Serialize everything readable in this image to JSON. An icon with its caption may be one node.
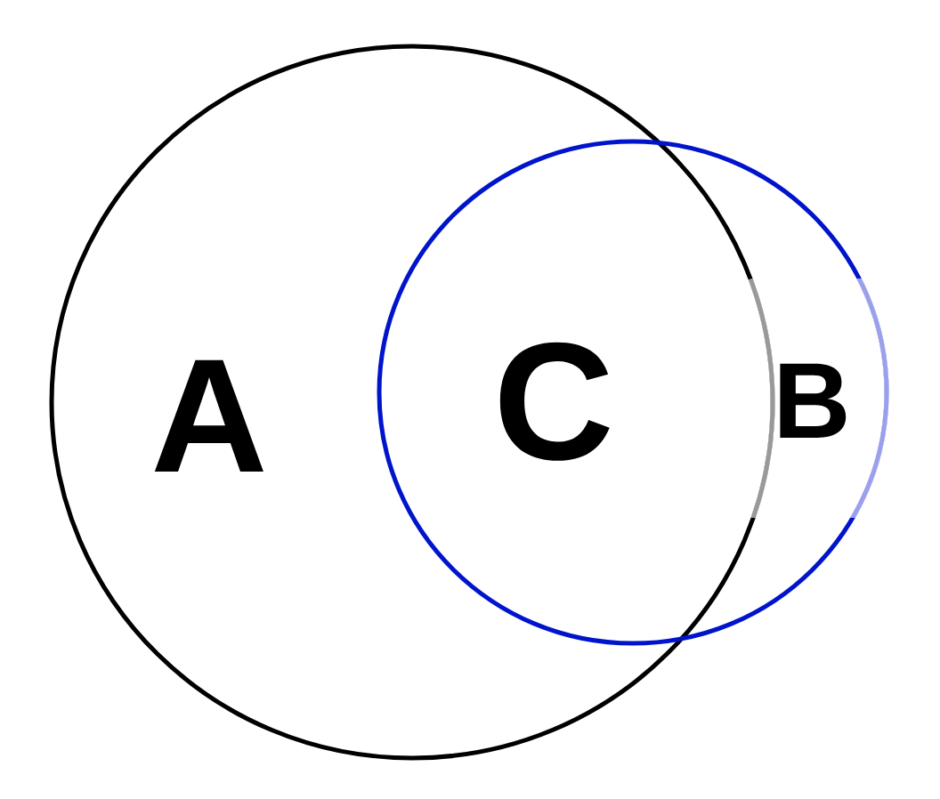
{
  "diagram": {
    "nodes": [
      {
        "text": [
          "A"
        ]
      },
      {
        "text": [
          "B"
        ]
      }
    ],
    "labels": [
      "C"
    ]
  }
}
